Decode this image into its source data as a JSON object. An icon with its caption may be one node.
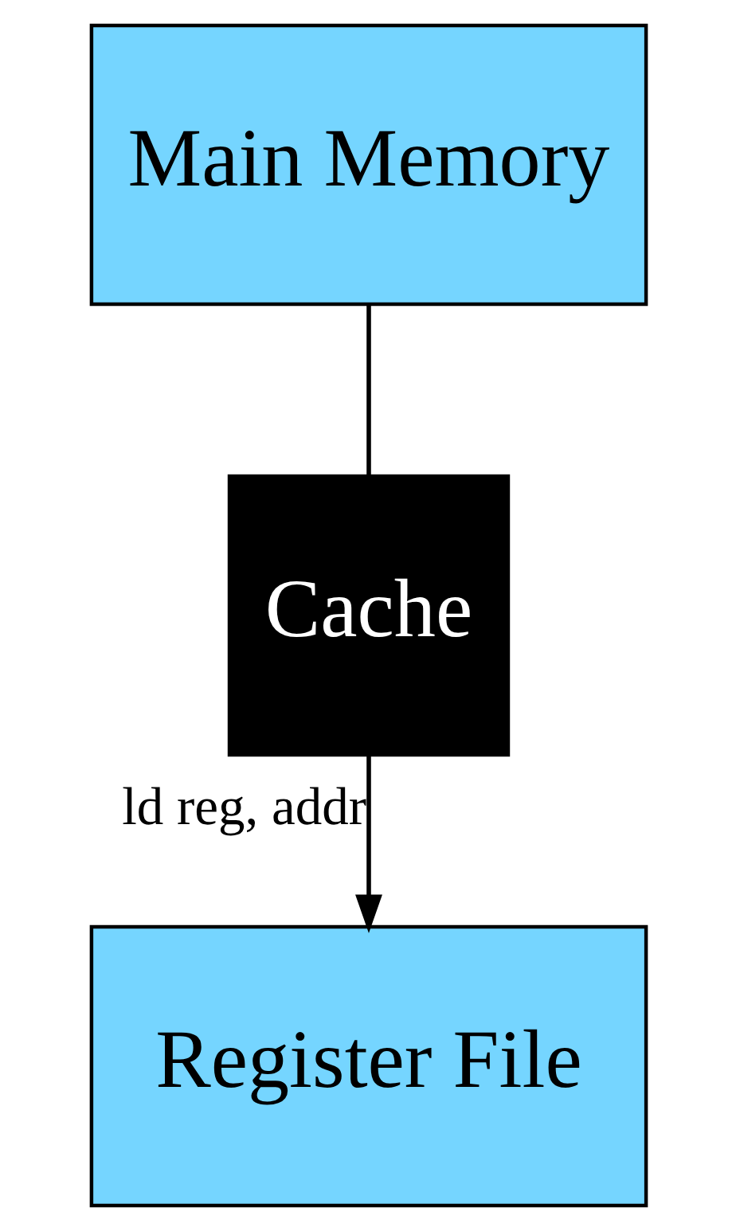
{
  "diagram": {
    "nodes": [
      {
        "text": [
          "Main Memory"
        ]
      },
      {
        "text": [
          "Cache"
        ]
      },
      {
        "text": [
          "Register File"
        ]
      }
    ],
    "edges": [
      {
        "from": 0,
        "to": 1,
        "arrow": "none"
      },
      {
        "from": 1,
        "to": 2,
        "arrow": "to",
        "label": "ld reg, addr"
      }
    ]
  }
}
